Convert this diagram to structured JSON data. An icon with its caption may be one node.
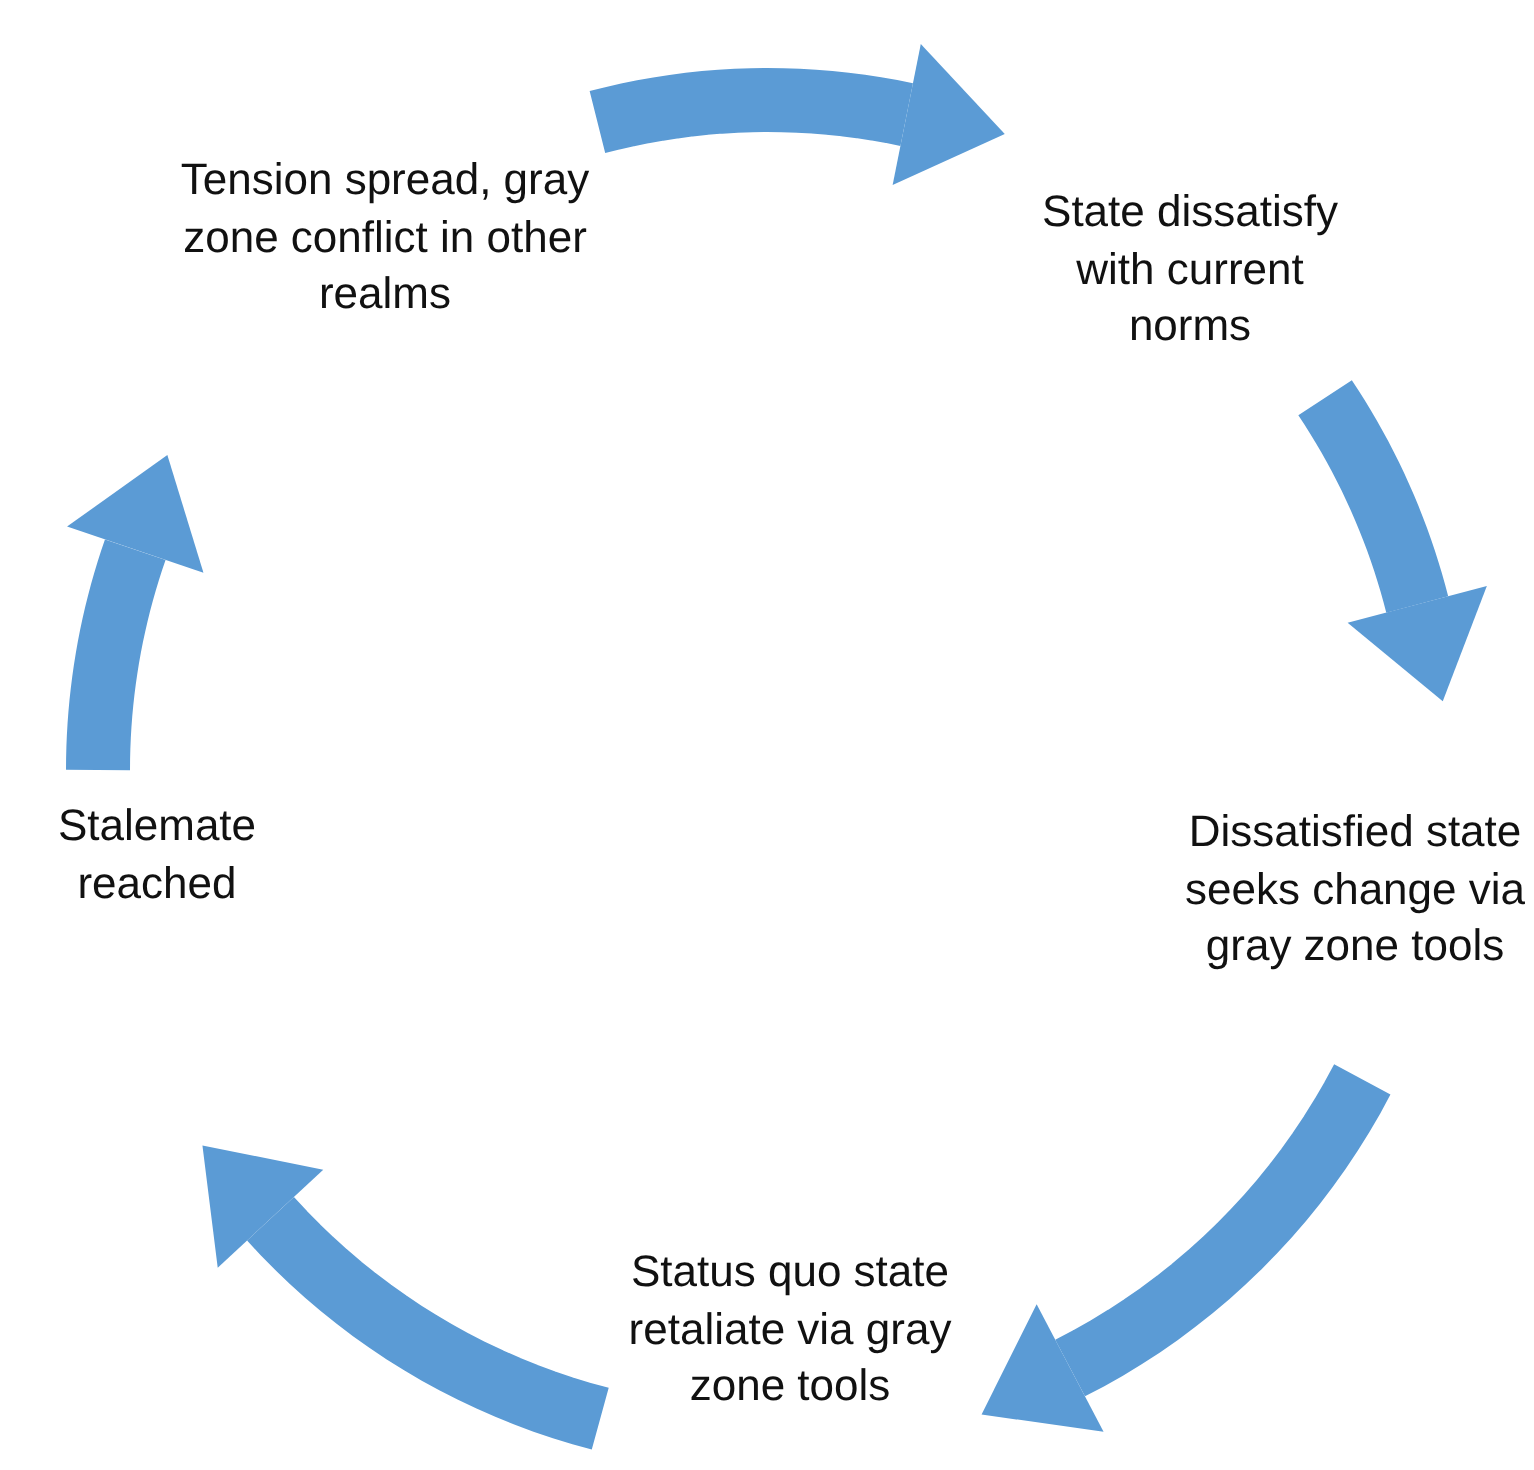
{
  "diagram": {
    "nodes": [
      {
        "text": [
          "Tension spread, gray zone conflict in other realms"
        ]
      },
      {
        "text": [
          "State dissatisfy with current norms"
        ]
      },
      {
        "text": [
          "Dissatisfied state seeks change via gray zone tools"
        ]
      },
      {
        "text": [
          "Status quo state retaliate via gray zone tools"
        ]
      },
      {
        "text": [
          "Stalemate reached"
        ]
      }
    ],
    "edges": [
      {
        "from": 0,
        "to": 1,
        "arrow": "to"
      },
      {
        "from": 1,
        "to": 2,
        "arrow": "to"
      },
      {
        "from": 2,
        "to": 3,
        "arrow": "to"
      },
      {
        "from": 3,
        "to": 4,
        "arrow": "to"
      },
      {
        "from": 4,
        "to": 0,
        "arrow": "to"
      }
    ]
  }
}
